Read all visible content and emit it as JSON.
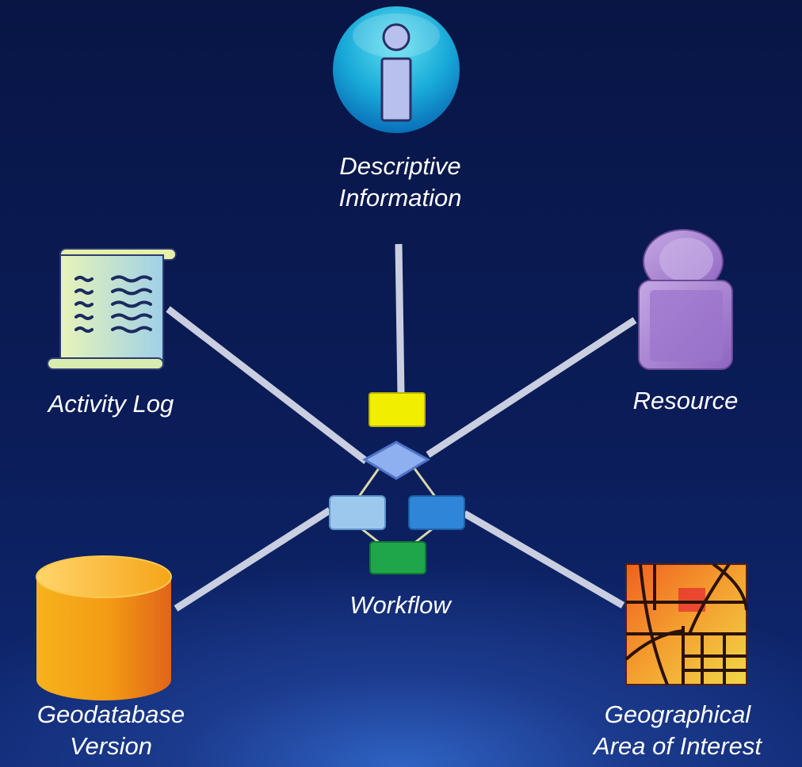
{
  "diagram": {
    "center": {
      "label": "Workflow"
    },
    "nodes": {
      "descriptive": {
        "lines": [
          "Descriptive",
          "Information"
        ],
        "icon": "info-icon"
      },
      "activity": {
        "label": "Activity Log",
        "icon": "scroll-icon"
      },
      "resource": {
        "label": "Resource",
        "icon": "person-icon"
      },
      "geodatabase": {
        "lines": [
          "Geodatabase",
          "Version"
        ],
        "icon": "database-icon"
      },
      "geographical": {
        "lines": [
          "Geographical",
          "Area of Interest"
        ],
        "icon": "map-icon"
      }
    },
    "colors": {
      "connector": "#c9cfe0",
      "flow_start": "#f2ee00",
      "flow_decision": "#8fb0f0",
      "flow_left": "#9cc8ee",
      "flow_right": "#2f86d8",
      "flow_end": "#1fa64a"
    }
  }
}
